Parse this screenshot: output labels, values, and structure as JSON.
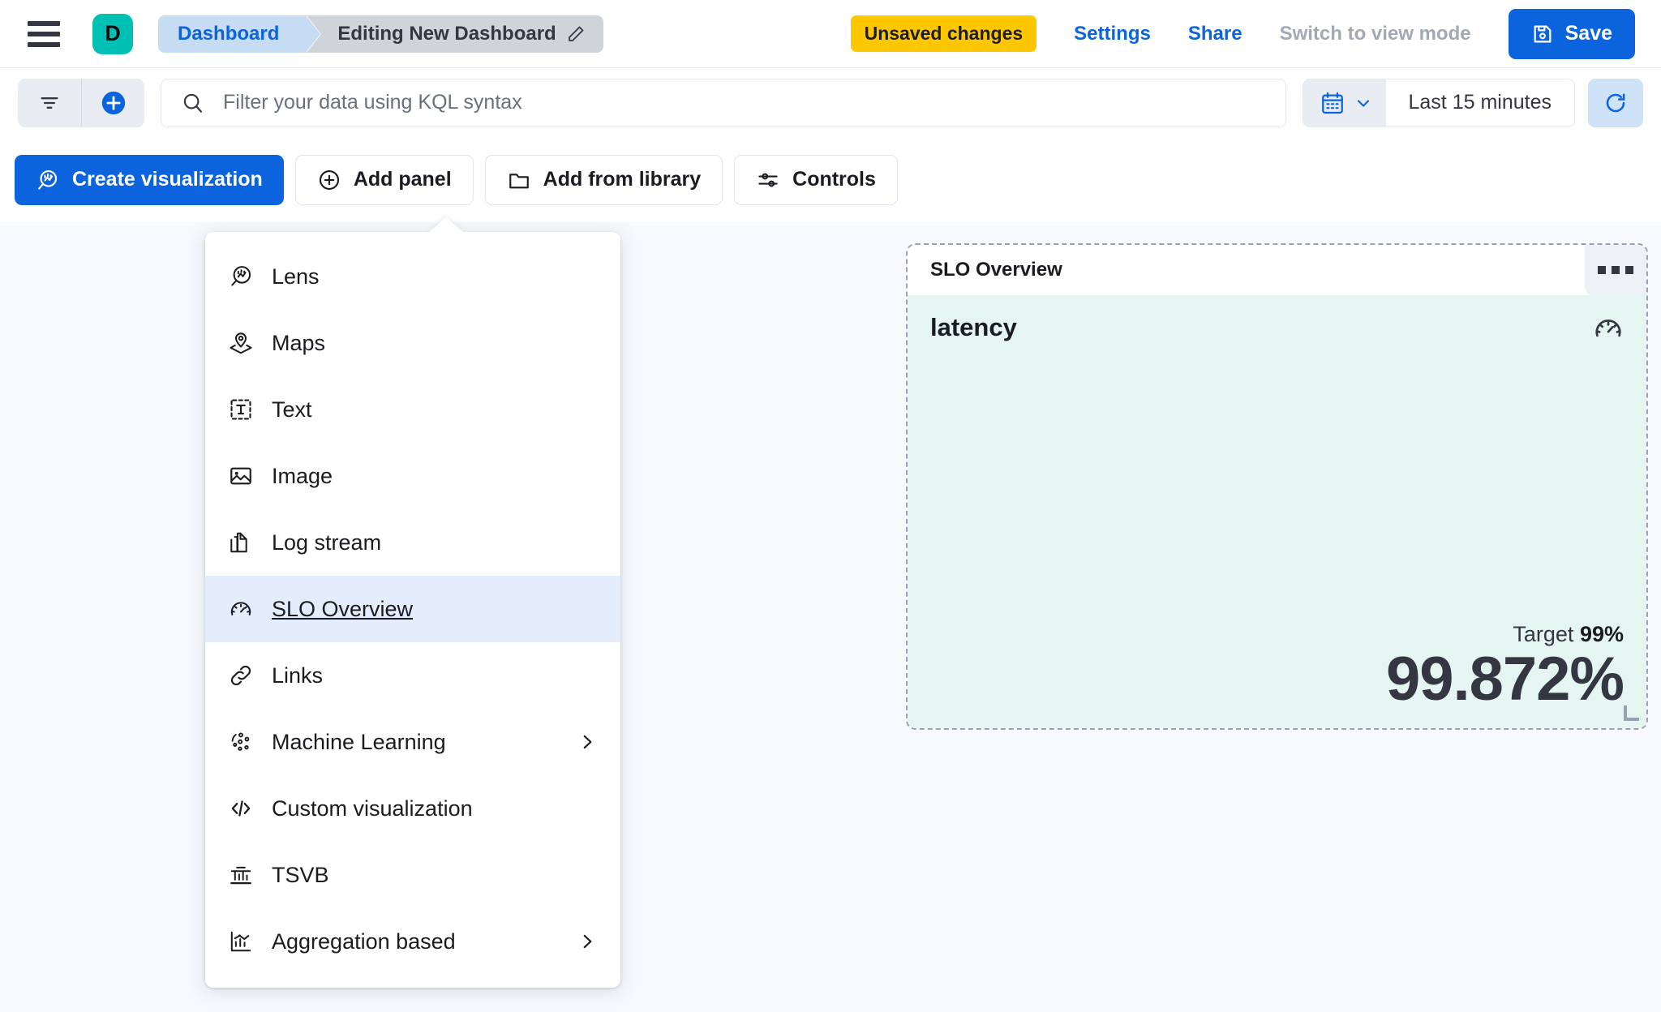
{
  "header": {
    "menu_icon": "hamburger-icon",
    "avatar_letter": "D",
    "breadcrumb_first": "Dashboard",
    "breadcrumb_last": "Editing New Dashboard",
    "edit_icon": "pencil-icon",
    "unsaved_badge": "Unsaved changes",
    "settings_label": "Settings",
    "share_label": "Share",
    "view_mode_label": "Switch to view mode",
    "save_label": "Save",
    "save_icon": "save-disk-icon",
    "accent_color": "#0B64DD",
    "badge_color": "#FDC700",
    "avatar_color": "#00BFB3"
  },
  "querybar": {
    "filter_icon": "filter-icon",
    "add_filter_icon": "add-circle-icon",
    "search_icon": "search-icon",
    "search_placeholder": "Filter your data using KQL syntax",
    "search_value": "",
    "calendar_icon": "calendar-icon",
    "chevron_icon": "chevron-down-icon",
    "time_range": "Last 15 minutes",
    "refresh_icon": "refresh-icon"
  },
  "toolbar": {
    "create_visualization": "Create visualization",
    "create_visualization_icon": "lens-icon",
    "add_panel": "Add panel",
    "add_panel_icon": "plus-circle-icon",
    "add_from_library": "Add from library",
    "add_from_library_icon": "folder-icon",
    "controls": "Controls",
    "controls_icon": "controls-icon"
  },
  "add_panel_menu": {
    "items": [
      {
        "label": "Lens",
        "icon": "lens-icon",
        "selected": false,
        "has_submenu": false
      },
      {
        "label": "Maps",
        "icon": "maps-pin-layers-icon",
        "selected": false,
        "has_submenu": false
      },
      {
        "label": "Text",
        "icon": "text-box-icon",
        "selected": false,
        "has_submenu": false
      },
      {
        "label": "Image",
        "icon": "image-icon",
        "selected": false,
        "has_submenu": false
      },
      {
        "label": "Log stream",
        "icon": "log-stream-icon",
        "selected": false,
        "has_submenu": false
      },
      {
        "label": "SLO Overview",
        "icon": "gauge-icon",
        "selected": true,
        "has_submenu": false
      },
      {
        "label": "Links",
        "icon": "link-icon",
        "selected": false,
        "has_submenu": false
      },
      {
        "label": "Machine Learning",
        "icon": "machine-learning-icon",
        "selected": false,
        "has_submenu": true
      },
      {
        "label": "Custom visualization",
        "icon": "code-icon",
        "selected": false,
        "has_submenu": false
      },
      {
        "label": "TSVB",
        "icon": "tsvb-chart-icon",
        "selected": false,
        "has_submenu": false
      },
      {
        "label": "Aggregation based",
        "icon": "aggregation-chart-icon",
        "selected": false,
        "has_submenu": true
      }
    ],
    "submenu_icon": "chevron-right-icon",
    "selected_bg": "#E4EDFB"
  },
  "slo_panel": {
    "title": "SLO Overview",
    "context_menu_icon": "grid-dots-icon",
    "metric_name": "latency",
    "metric_icon": "gauge-icon",
    "target_label": "Target",
    "target_value": "99%",
    "sli_value": "99.872%",
    "body_bg": "#E4F5F2",
    "resize_handle_icon": "resize-corner-icon"
  }
}
